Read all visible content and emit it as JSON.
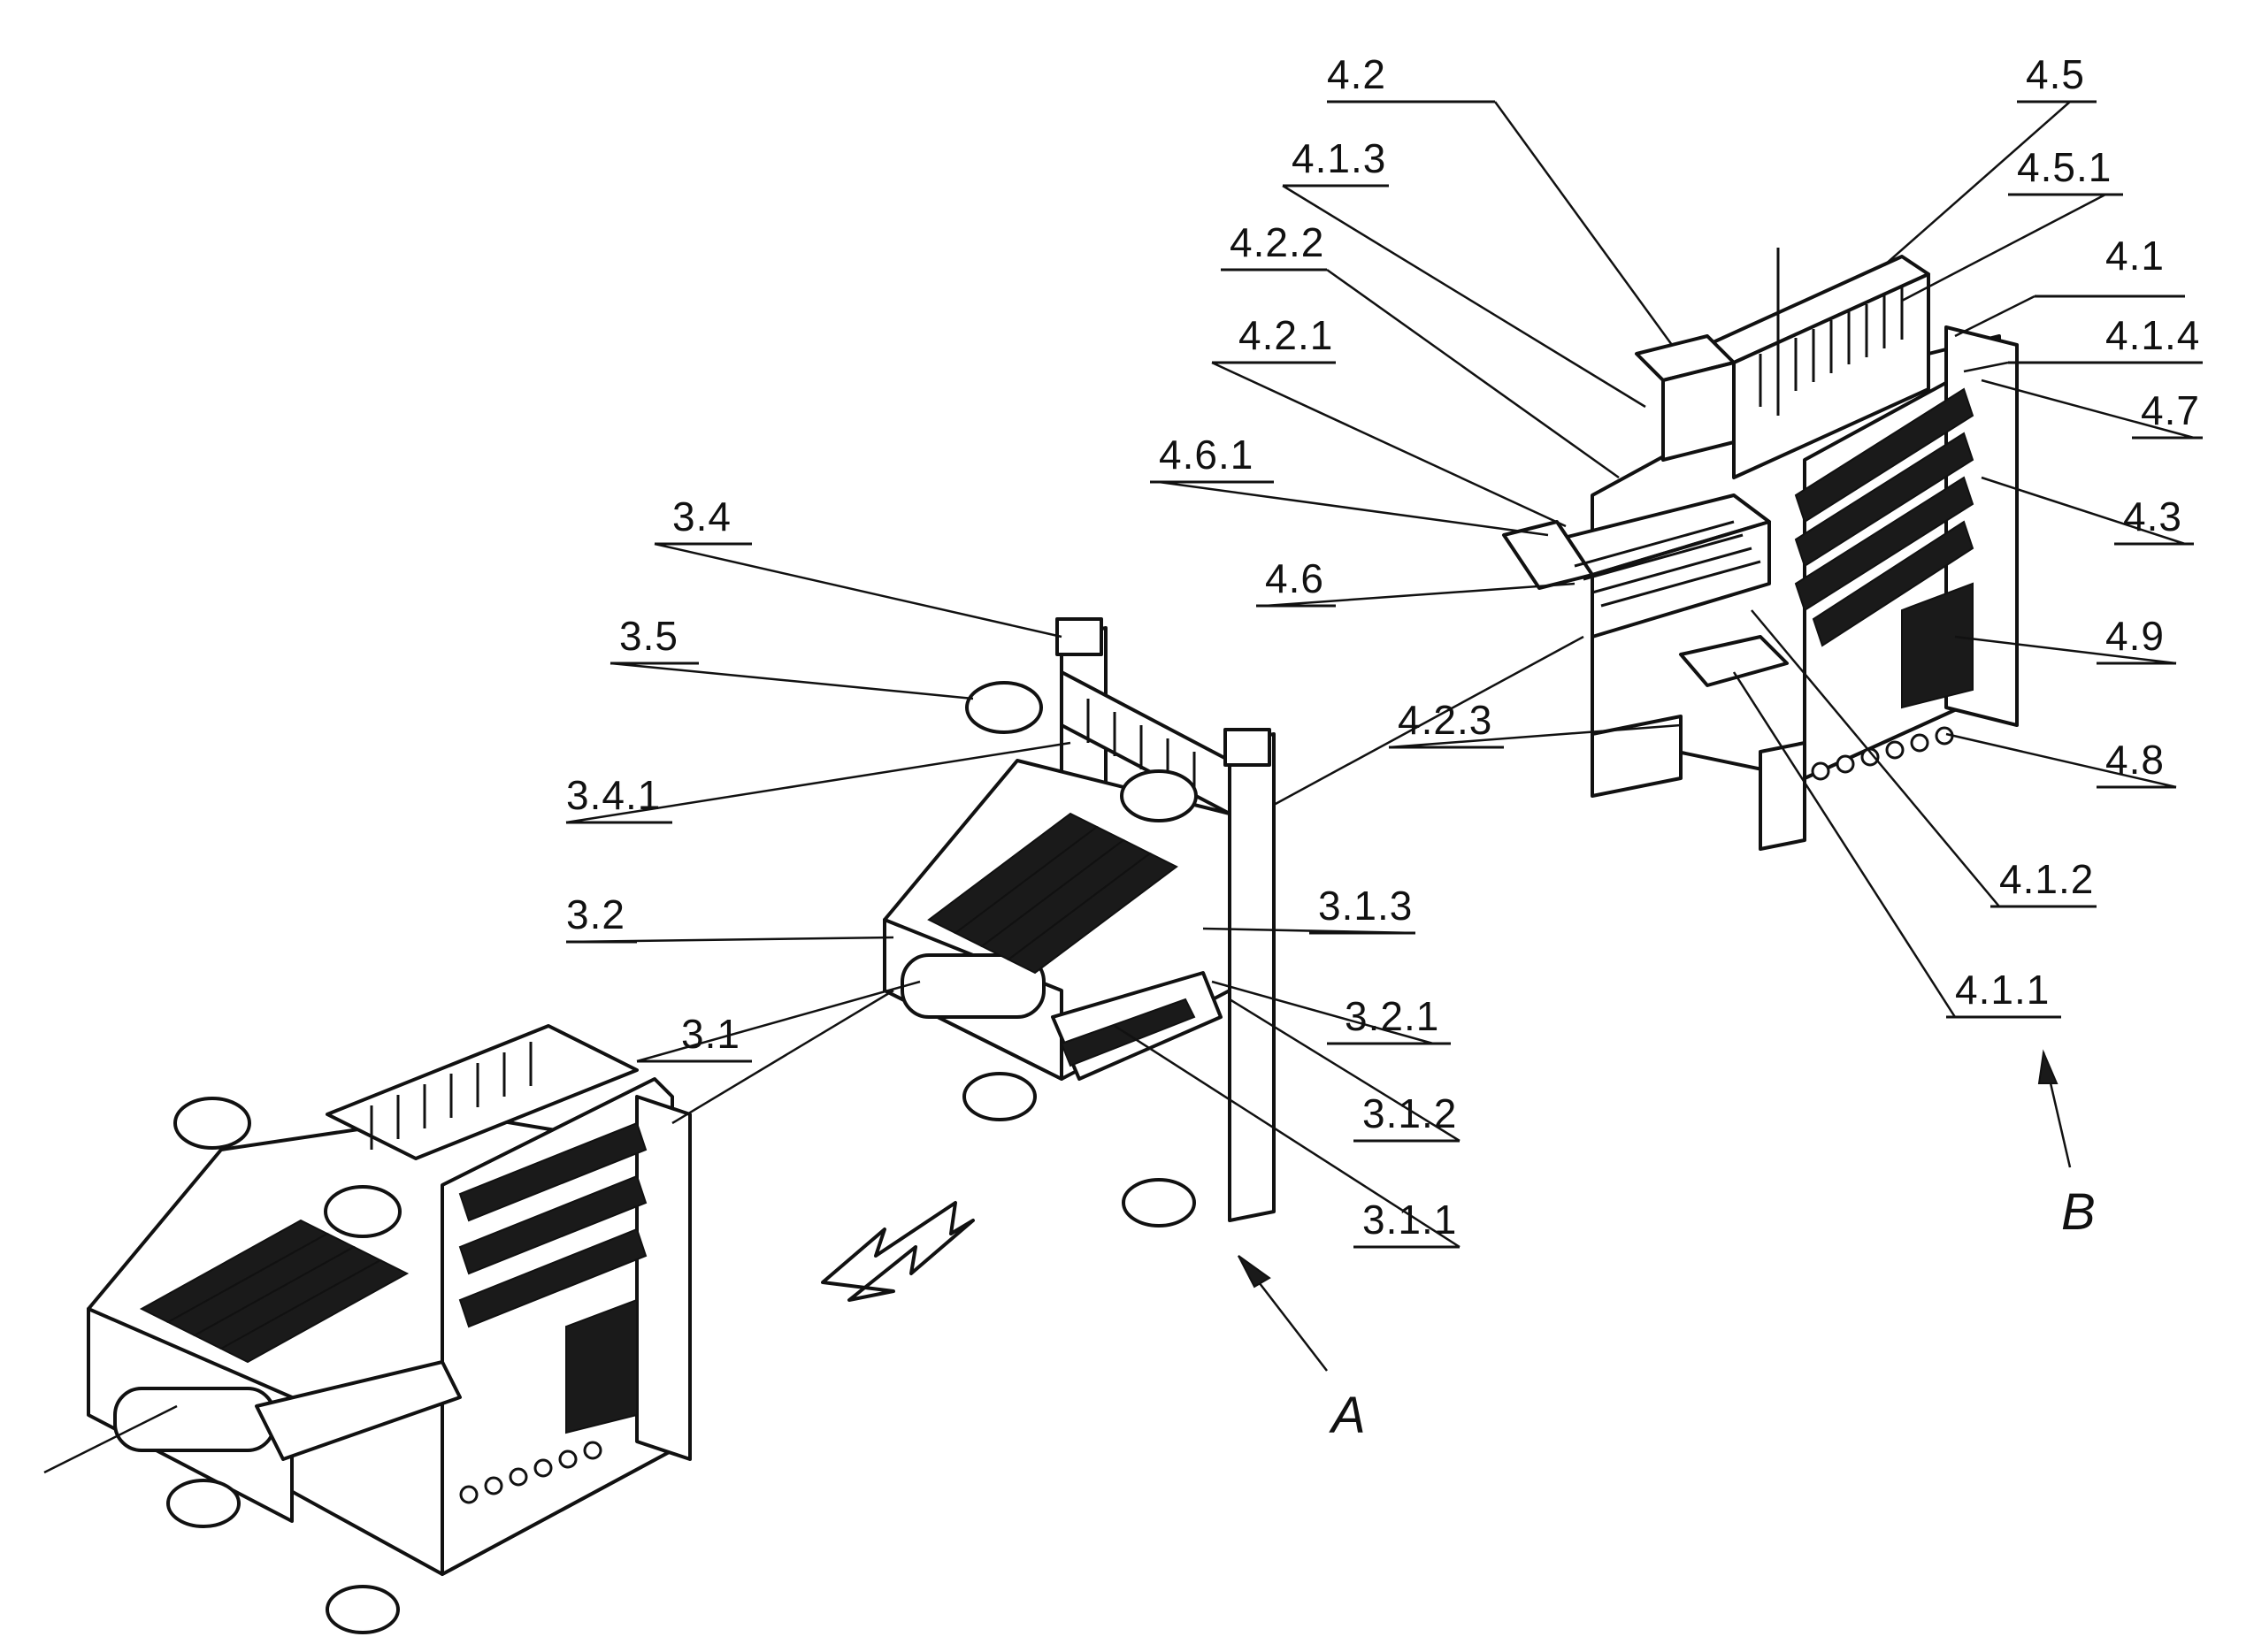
{
  "labels": {
    "l_4_2": "4.2",
    "l_4_5": "4.5",
    "l_4_1_3": "4.1.3",
    "l_4_5_1": "4.5.1",
    "l_4_2_2": "4.2.2",
    "l_4_1": "4.1",
    "l_4_2_1": "4.2.1",
    "l_4_1_4": "4.1.4",
    "l_4_7": "4.7",
    "l_4_6_1": "4.6.1",
    "l_4_3": "4.3",
    "l_4_6": "4.6",
    "l_4_9": "4.9",
    "l_4_2_3": "4.2.3",
    "l_4_8": "4.8",
    "l_4_1_2": "4.1.2",
    "l_4_1_1": "4.1.1",
    "l_3_4": "3.4",
    "l_3_5": "3.5",
    "l_3_4_1": "3.4.1",
    "l_3_2": "3.2",
    "l_3_1_3": "3.1.3",
    "l_3_1": "3.1",
    "l_3_2_1": "3.2.1",
    "l_3_1_2": "3.1.2",
    "l_3_1_1": "3.1.1"
  },
  "assemblies": {
    "a": "A",
    "b": "B"
  },
  "colors": {
    "ink": "#111111",
    "paper": "#ffffff"
  }
}
